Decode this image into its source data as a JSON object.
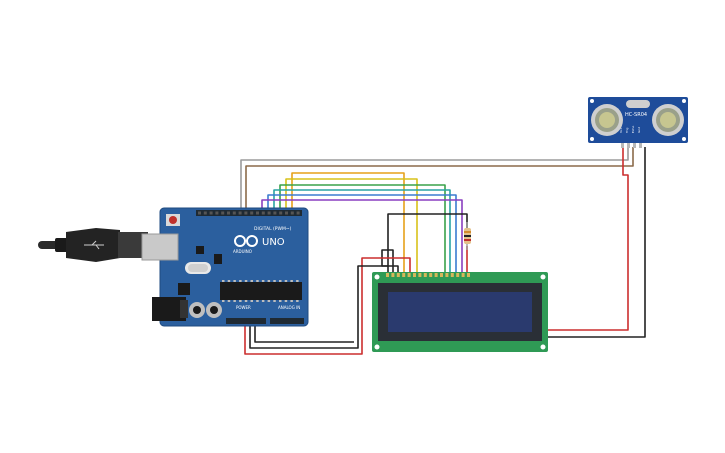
{
  "arduino": {
    "board_label": "UNO",
    "brand_label": "ARDUINO",
    "digital_header_label": "DIGITAL (PWM~)",
    "power_label": "POWER",
    "analog_label": "ANALOG IN",
    "color_board": "#2b5f9e",
    "color_header": "#1f2a33"
  },
  "ultrasonic": {
    "model_label": "HC-SR04",
    "pins": [
      "Vcc",
      "Trig",
      "Echo",
      "Gnd"
    ],
    "color_board": "#1e4c9a"
  },
  "lcd": {
    "pin_count": 16,
    "color_pcb": "#2f9a55",
    "color_screen": "#2a3a6e"
  },
  "usb_cable": {
    "color": "#2a2a2a"
  },
  "wires": {
    "colors": [
      "#9b9b9b",
      "#8b6a4a",
      "#e6a11a",
      "#d8c21a",
      "#3aa24a",
      "#3b7bd0",
      "#8a3fc0",
      "#cc2e2e",
      "#222222"
    ]
  },
  "resistor": {
    "bands": [
      "#d28a2c",
      "#222222",
      "#c12f2f"
    ]
  }
}
